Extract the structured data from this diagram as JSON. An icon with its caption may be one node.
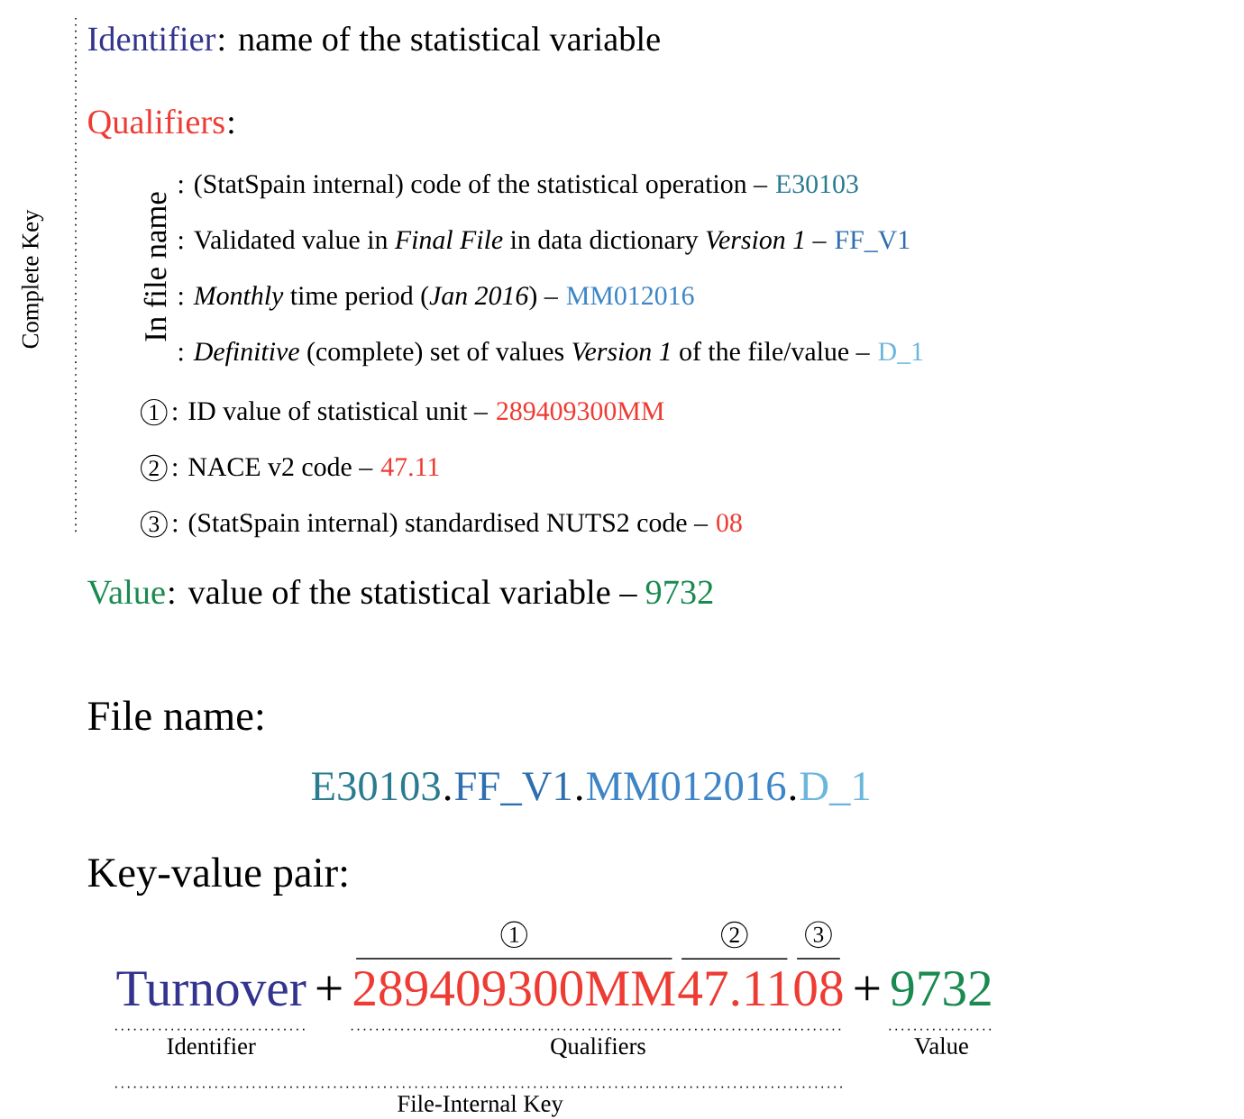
{
  "diagram": {
    "labels": [
      "Identifier",
      ": name of the statistical variable",
      "Qualifiers",
      ":",
      "Complete Key",
      "In file name",
      ": (StatSpain internal) code of the statistical operation –",
      "E30103",
      ": Validated value in *Final File* in data dictionary *Version 1* –",
      "FF_V1",
      ": *Monthly* time period (*Jan 2016*) –",
      "MM012016",
      ": *Definitive* (complete) set of values *Version 1* of the file/value –",
      "D_1",
      "1",
      ": ID value of statistical unit –",
      "289409300MM",
      "2",
      ": NACE v2 code –",
      "47.11",
      "3",
      ": (StatSpain internal) standardised NUTS2 code –",
      "08",
      "Value",
      ": value of the statistical variable –",
      "9732",
      "File name:",
      "E30103",
      ".",
      "FF_V1",
      ".",
      "MM012016",
      ".",
      "D_1",
      "Key-value pair:",
      "1",
      "2",
      "3",
      "Turnover",
      "+",
      "289409300MM",
      "47.11",
      "08",
      "+",
      "9732",
      "Identifier",
      "Qualifiers",
      "Value",
      "File-Internal Key"
    ]
  }
}
